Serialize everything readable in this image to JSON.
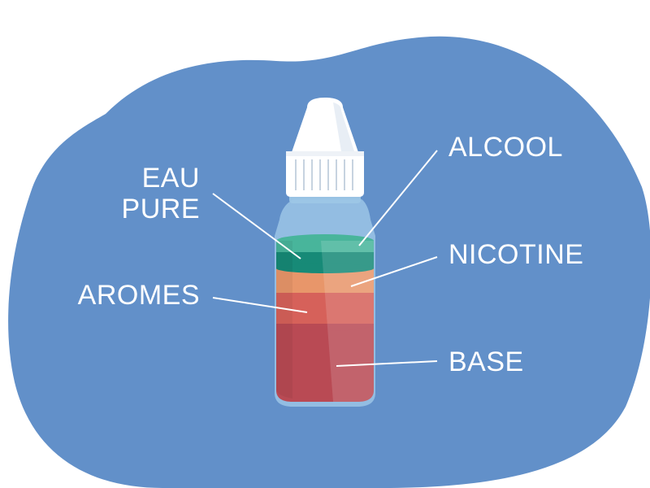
{
  "labels": {
    "eau_line1": "EAU",
    "eau_line2": "PURE",
    "aromes": "AROMES",
    "alcool": "ALCOOL",
    "nicotine": "NICOTINE",
    "base": "BASE"
  },
  "colors": {
    "blob": "#6290c9",
    "bottle_glass": "#9cc6e6",
    "cap": "#ffffff",
    "layer_alcool": "#48b59b",
    "layer_eau": "#178a77",
    "layer_nicotine": "#e8966a",
    "layer_aromes": "#d6615a",
    "layer_base": "#b94a54",
    "leader_line": "#ffffff"
  }
}
